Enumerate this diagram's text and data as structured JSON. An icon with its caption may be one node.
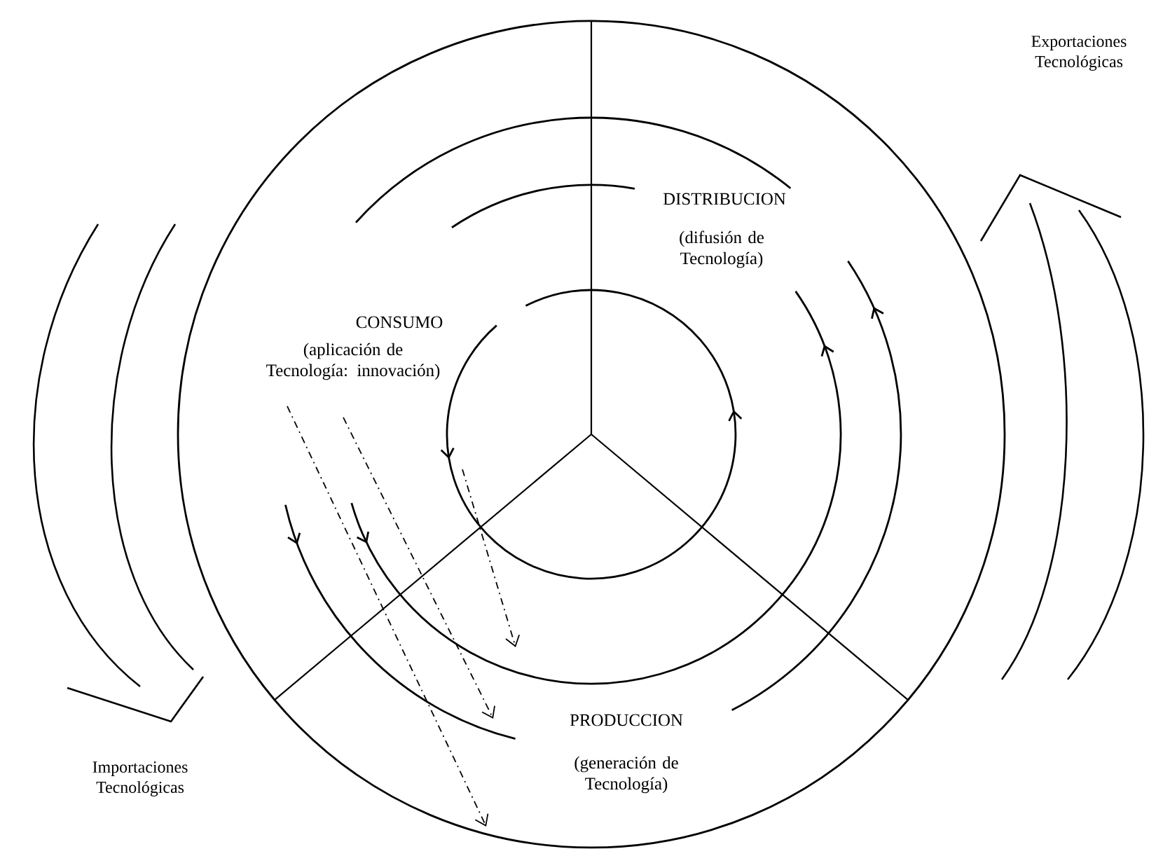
{
  "diagram": {
    "labels": [
      "Exportaciones Tecnológicas",
      "DISTRIBUCION",
      "(difusión de Tecnología)",
      "CONSUMO",
      "(aplicación de Tecnología: innovación)",
      "PRODUCCION",
      "(generación de Tecnología)",
      "Importaciones Tecnológicas"
    ]
  }
}
